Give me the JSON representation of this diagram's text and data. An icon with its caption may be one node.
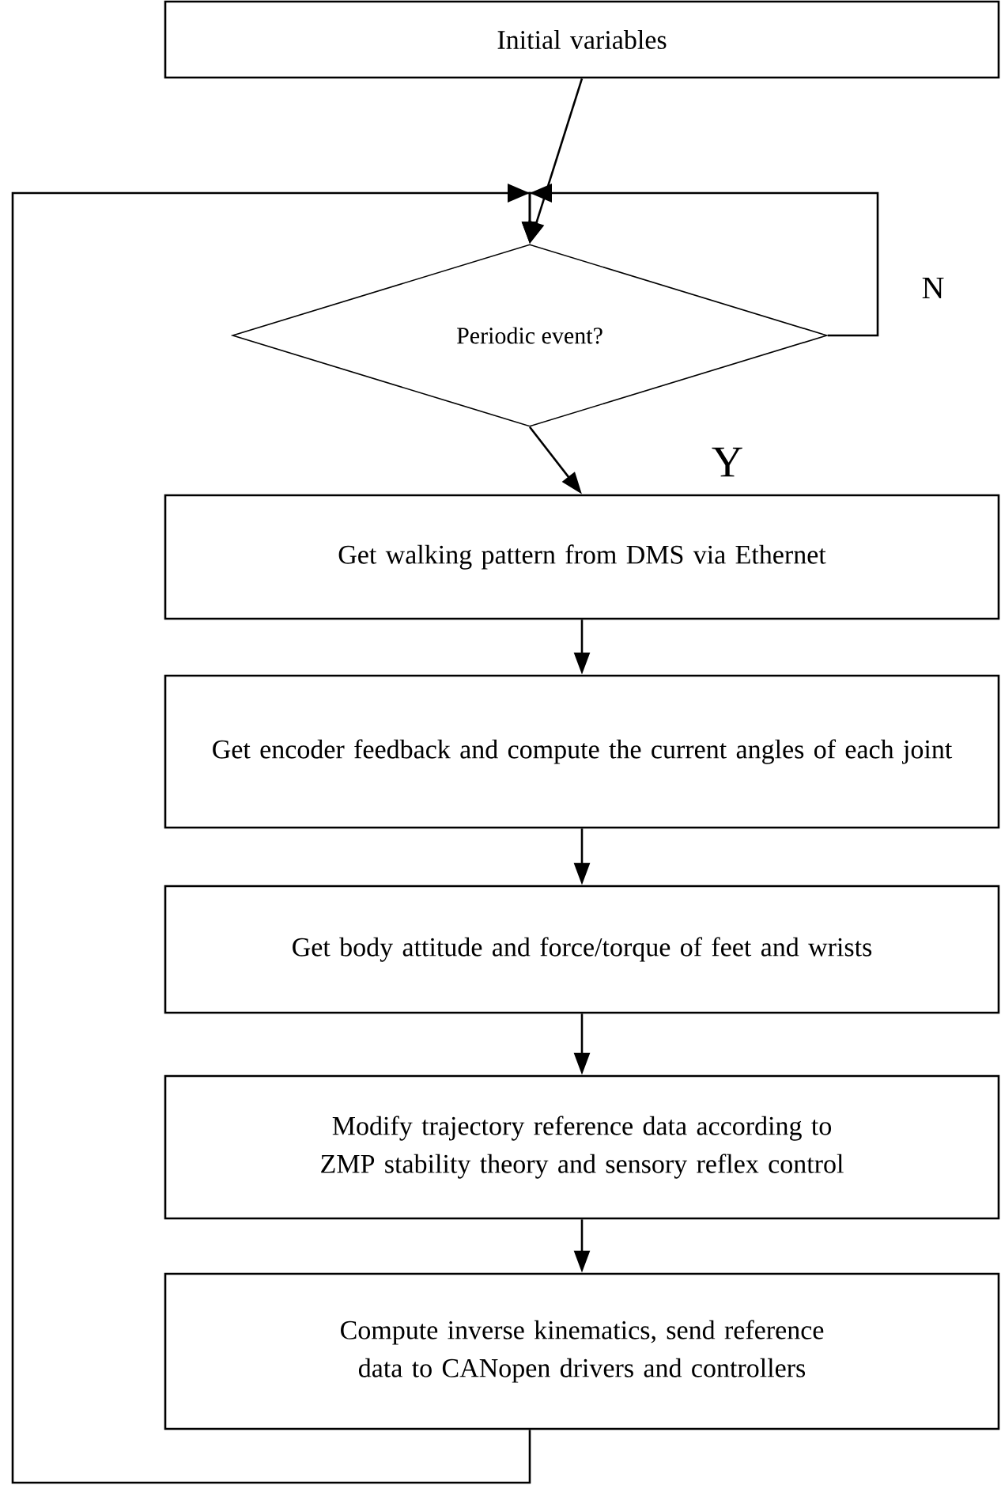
{
  "diagram": {
    "nodes": [
      {
        "text": [
          "Initial variables"
        ]
      },
      {
        "text": [
          "Periodic event?"
        ]
      },
      {
        "text": [
          "Get walking pattern from DMS via Ethernet"
        ]
      },
      {
        "text": [
          "Get encoder feedback and compute the current angles of each joint"
        ]
      },
      {
        "text": [
          "Get body attitude and force/torque of feet and wrists"
        ]
      },
      {
        "text": [
          "Modify trajectory reference data according to ZMP stability theory and sensory reflex control"
        ]
      },
      {
        "text": [
          "Compute inverse kinematics, send reference data to CANopen drivers and controllers"
        ]
      }
    ],
    "edges": [
      {
        "from": 0,
        "to": 1,
        "arrow": "to"
      },
      {
        "from": 1,
        "to": 1,
        "arrow": "to",
        "label": "N"
      },
      {
        "from": 1,
        "to": 2,
        "arrow": "to",
        "label": "Y"
      },
      {
        "from": 2,
        "to": 3,
        "arrow": "to"
      },
      {
        "from": 3,
        "to": 4,
        "arrow": "to"
      },
      {
        "from": 4,
        "to": 5,
        "arrow": "to"
      },
      {
        "from": 5,
        "to": 6,
        "arrow": "to"
      },
      {
        "from": 6,
        "to": 1,
        "arrow": "to"
      }
    ]
  }
}
